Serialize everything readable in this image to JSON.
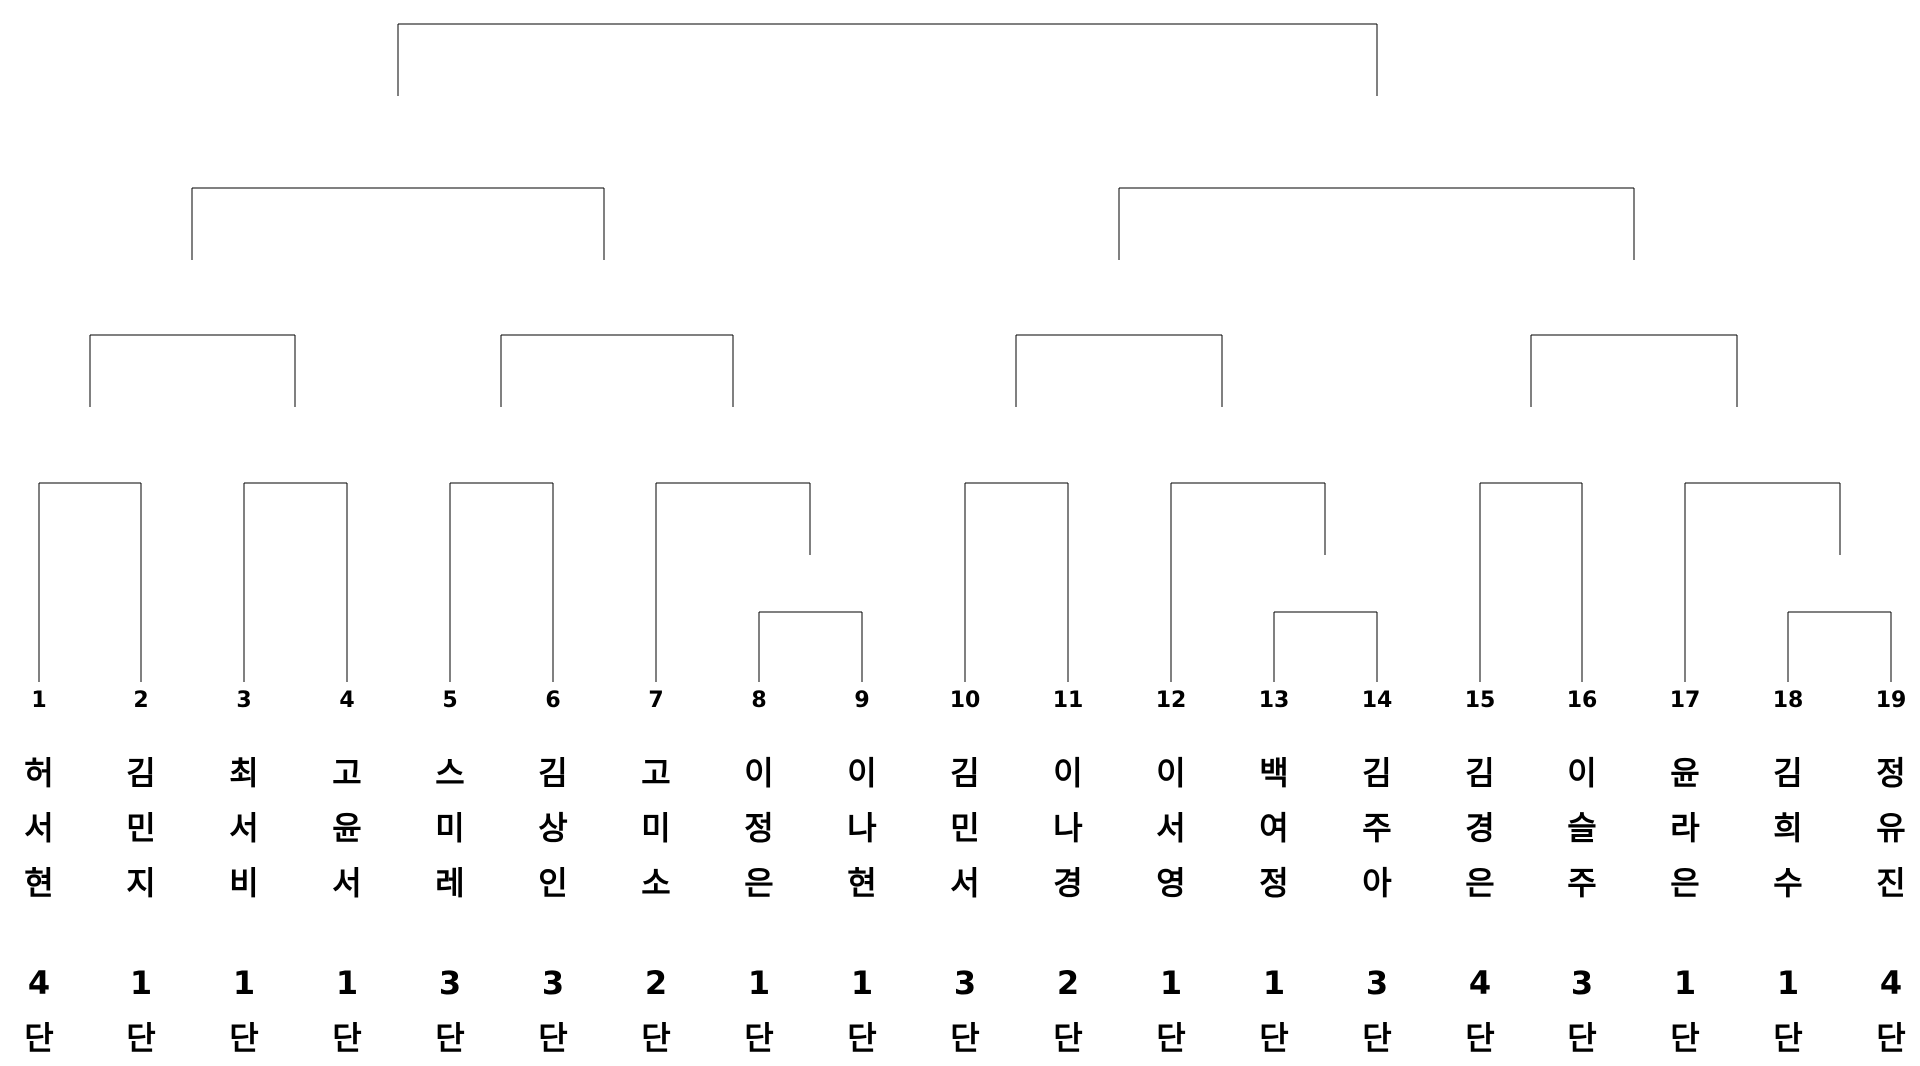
{
  "players": [
    {
      "seed": "1",
      "name": "허서현",
      "rank": "4단"
    },
    {
      "seed": "2",
      "name": "김민지",
      "rank": "1단"
    },
    {
      "seed": "3",
      "name": "최서비",
      "rank": "1단"
    },
    {
      "seed": "4",
      "name": "고윤서",
      "rank": "1단"
    },
    {
      "seed": "5",
      "name": "스미레",
      "rank": "3단"
    },
    {
      "seed": "6",
      "name": "김상인",
      "rank": "3단"
    },
    {
      "seed": "7",
      "name": "고미소",
      "rank": "2단"
    },
    {
      "seed": "8",
      "name": "이정은",
      "rank": "1단"
    },
    {
      "seed": "9",
      "name": "이나현",
      "rank": "1단"
    },
    {
      "seed": "10",
      "name": "김민서",
      "rank": "3단"
    },
    {
      "seed": "11",
      "name": "이나경",
      "rank": "2단"
    },
    {
      "seed": "12",
      "name": "이서영",
      "rank": "1단"
    },
    {
      "seed": "13",
      "name": "백여정",
      "rank": "1단"
    },
    {
      "seed": "14",
      "name": "김주아",
      "rank": "3단"
    },
    {
      "seed": "15",
      "name": "김경은",
      "rank": "4단"
    },
    {
      "seed": "16",
      "name": "이슬주",
      "rank": "3단"
    },
    {
      "seed": "17",
      "name": "윤라은",
      "rank": "1단"
    },
    {
      "seed": "18",
      "name": "김희수",
      "rank": "1단"
    },
    {
      "seed": "19",
      "name": "정유진",
      "rank": "4단"
    }
  ]
}
